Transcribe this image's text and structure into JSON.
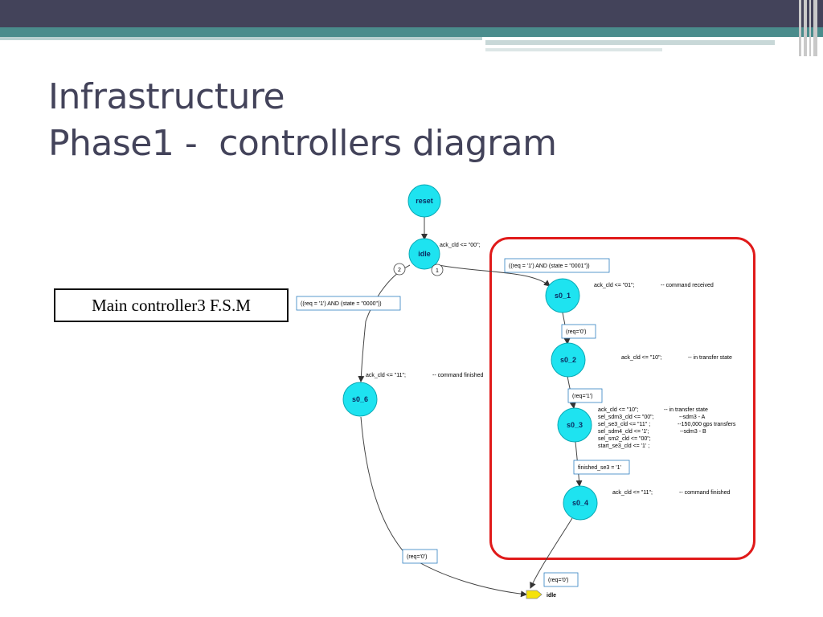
{
  "slide": {
    "title_line1": "Infrastructure",
    "title_line2": "Phase1 -  controllers diagram",
    "label": "Main controller3 F.S.M"
  },
  "colors": {
    "header_dark": "#43435a",
    "header_teal": "#4a8c8c",
    "title": "#43435a",
    "state_fill": "#1ee3f0",
    "condition_border": "#2f7fc0",
    "highlight_border": "#e01a1a",
    "terminal_fill": "#f5e20a"
  },
  "fsm": {
    "states": [
      {
        "id": "reset",
        "label": "reset"
      },
      {
        "id": "idle",
        "label": "idle"
      },
      {
        "id": "s0_1",
        "label": "s0_1"
      },
      {
        "id": "s0_2",
        "label": "s0_2"
      },
      {
        "id": "s0_3",
        "label": "s0_3"
      },
      {
        "id": "s0_4",
        "label": "s0_4"
      },
      {
        "id": "s0_6",
        "label": "s0_6"
      }
    ],
    "terminal": {
      "label": "idle"
    },
    "conditions": [
      {
        "id": "c1",
        "text": "((req = '1') AND (state = \"0001\"))"
      },
      {
        "id": "c2",
        "text": "(req='0')"
      },
      {
        "id": "c3",
        "text": "(req='1')"
      },
      {
        "id": "c4",
        "text": "finished_se3 = '1'"
      },
      {
        "id": "c5",
        "text": "((req = '1') AND (state = \"0000\"))"
      },
      {
        "id": "c6",
        "text": "(req='0')"
      },
      {
        "id": "c7",
        "text": "(req='0')"
      }
    ],
    "priorities": [
      "2",
      "1"
    ],
    "actions": {
      "idle": [
        {
          "code": "ack_cld <= \"00\";",
          "comment": ""
        }
      ],
      "s0_1": [
        {
          "code": "ack_cld <= \"01\";",
          "comment": "-- command received"
        }
      ],
      "s0_2": [
        {
          "code": "ack_cld <= \"10\";",
          "comment": "-- in transfer state"
        }
      ],
      "s0_3": [
        {
          "code": "ack_cld <= \"10\";",
          "comment": "-- in transfer state"
        },
        {
          "code": "sel_sdm3_cld <= \"00\";",
          "comment": "--sdm3 - A"
        },
        {
          "code": "sel_se3_cld <= \"11\" ;",
          "comment": "--150,000 gps transfers"
        },
        {
          "code": "sel_sdm4_cld <= '1';",
          "comment": "--sdm3 - B"
        },
        {
          "code": "sel_sm2_cld <= \"00\";",
          "comment": ""
        },
        {
          "code": "start_se3_cld <= '1' ;",
          "comment": ""
        }
      ],
      "s0_4": [
        {
          "code": "ack_cld <= \"11\";",
          "comment": "-- command finished"
        }
      ],
      "s0_6": [
        {
          "code": "ack_cld <= \"11\";",
          "comment": "-- command finished"
        }
      ]
    }
  }
}
